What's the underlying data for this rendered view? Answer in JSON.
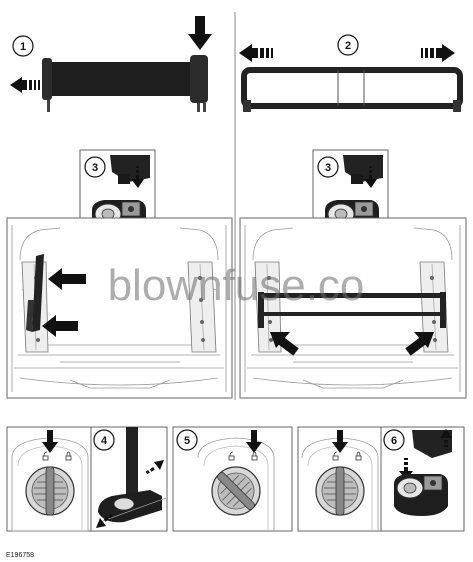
{
  "step_labels": {
    "s1": "1",
    "s2": "2",
    "s3a": "3",
    "s3b": "3",
    "s4": "4",
    "s5": "5",
    "s6": "6"
  },
  "watermark": "blownfuse.co",
  "figure_code": "E196758",
  "colors": {
    "ink": "#111111",
    "line": "#888888",
    "panel_border": "#666666",
    "bar": "#2a2a2a",
    "light_fill": "#f4f4f4"
  },
  "icons": [
    "arrow-down-icon",
    "arrow-left-icon",
    "arrow-right-icon",
    "lock-icon",
    "unlock-icon",
    "knob-icon",
    "clamp-icon"
  ]
}
